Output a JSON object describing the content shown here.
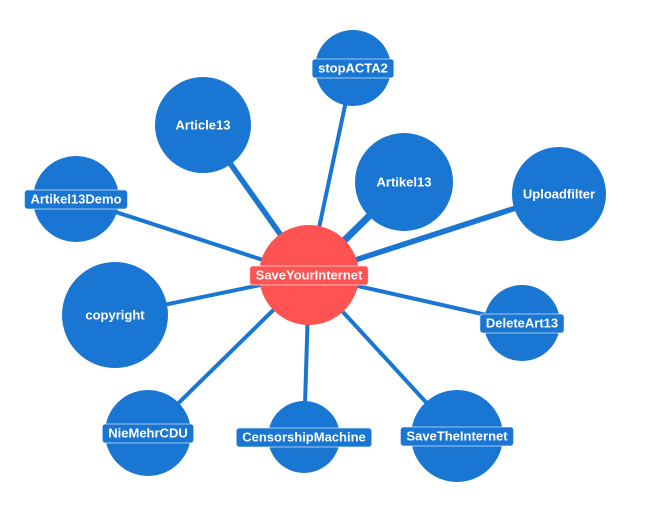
{
  "colors": {
    "center": "#FF5252",
    "node": "#1976D2",
    "edge": "#1976D2",
    "text": "#FFFFFF"
  },
  "center": {
    "label": "SaveYourInternet"
  },
  "nodes": [
    {
      "id": "stopACTA2",
      "label": "stopACTA2",
      "weight": 1
    },
    {
      "id": "Article13",
      "label": "Article13",
      "weight": 2
    },
    {
      "id": "Artikel13",
      "label": "Artikel13",
      "weight": 3
    },
    {
      "id": "Uploadfilter",
      "label": "Uploadfilter",
      "weight": 2
    },
    {
      "id": "Artikel13Demo",
      "label": "Artikel13Demo",
      "weight": 1
    },
    {
      "id": "copyright",
      "label": "copyright",
      "weight": 1
    },
    {
      "id": "DeleteArt13",
      "label": "DeleteArt13",
      "weight": 1
    },
    {
      "id": "NieMehrCDU",
      "label": "NieMehrCDU",
      "weight": 1
    },
    {
      "id": "CensorshipMachine",
      "label": "CensorshipMachine",
      "weight": 1
    },
    {
      "id": "SaveTheInternet",
      "label": "SaveTheInternet",
      "weight": 1
    }
  ]
}
